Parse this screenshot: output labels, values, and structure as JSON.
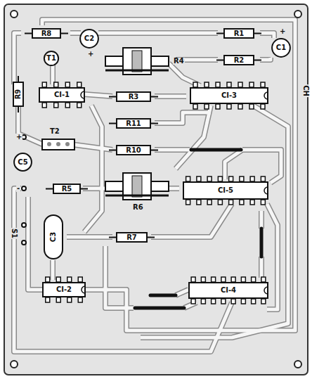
{
  "diagram": {
    "nodes": [
      {
        "text": [
          "R8"
        ]
      },
      {
        "text": [
          "C2"
        ]
      },
      {
        "text": [
          "R1"
        ]
      },
      {
        "text": [
          "C1"
        ]
      },
      {
        "text": [
          "T1"
        ]
      },
      {
        "text": [
          "R2"
        ]
      },
      {
        "text": [
          "R9"
        ]
      },
      {
        "text": [
          "CI-1"
        ]
      },
      {
        "text": [
          "R3"
        ]
      },
      {
        "text": [
          "CI-3"
        ]
      },
      {
        "text": [
          "R11"
        ]
      },
      {
        "text": [
          "R10"
        ]
      },
      {
        "text": [
          "C5"
        ]
      },
      {
        "text": [
          "R5"
        ]
      },
      {
        "text": [
          "CI-5"
        ]
      },
      {
        "text": [
          "C3"
        ]
      },
      {
        "text": [
          "R7"
        ]
      },
      {
        "text": [
          "CI-2"
        ]
      },
      {
        "text": [
          "CI-4"
        ]
      }
    ],
    "labels": [
      "R4",
      "+",
      "+",
      "CH",
      "T2",
      "+",
      "-",
      "R6",
      "S1"
    ]
  }
}
